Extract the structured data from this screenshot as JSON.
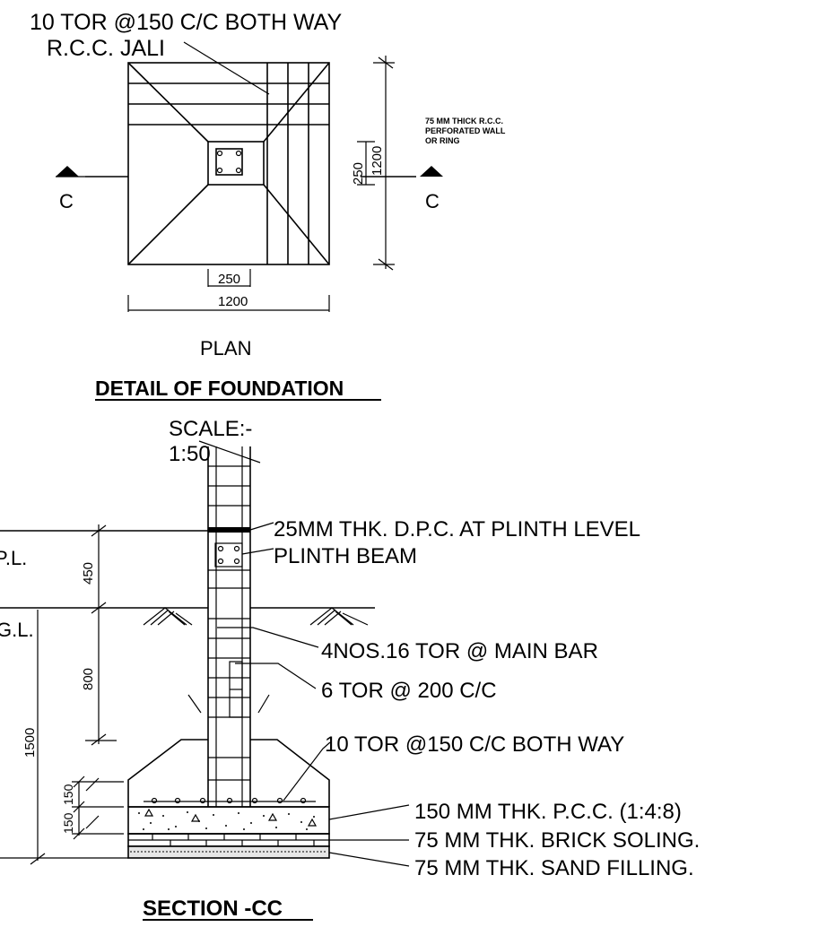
{
  "plan": {
    "reinforcement_note": "10 TOR @150 C/C BOTH WAY",
    "jali_label": "R.C.C. JALI",
    "wall_note": [
      "75 MM THICK R.C.C.",
      "PERFORATED WALL",
      "OR RING"
    ],
    "section_mark": "C",
    "dim_250": "250",
    "dim_1200": "1200",
    "title": "PLAN"
  },
  "detail_title": "DETAIL OF FOUNDATION",
  "scale": {
    "label": "SCALE:-",
    "value": "1:50"
  },
  "section": {
    "level_pl": "P.L.",
    "level_gl": "G.L.",
    "dim_450": "450",
    "dim_800": "800",
    "dim_1500": "1500",
    "dim_150a": "150",
    "dim_150b": "150",
    "labels": {
      "dpc": "25MM THK. D.P.C. AT PLINTH LEVEL",
      "plinth_beam": "PLINTH BEAM",
      "main_bar": "4NOS.16 TOR @   MAIN BAR",
      "stirrups": "6 TOR @ 200 C/C",
      "base_bars": "10 TOR @150 C/C BOTH WAY",
      "pcc": "150  MM  THK.  P.C.C.  (1:4:8)",
      "brick": "75    MM  THK.  BRICK  SOLING.",
      "sand": "75    MM  THK.  SAND  FILLING."
    },
    "title": "SECTION -CC"
  }
}
